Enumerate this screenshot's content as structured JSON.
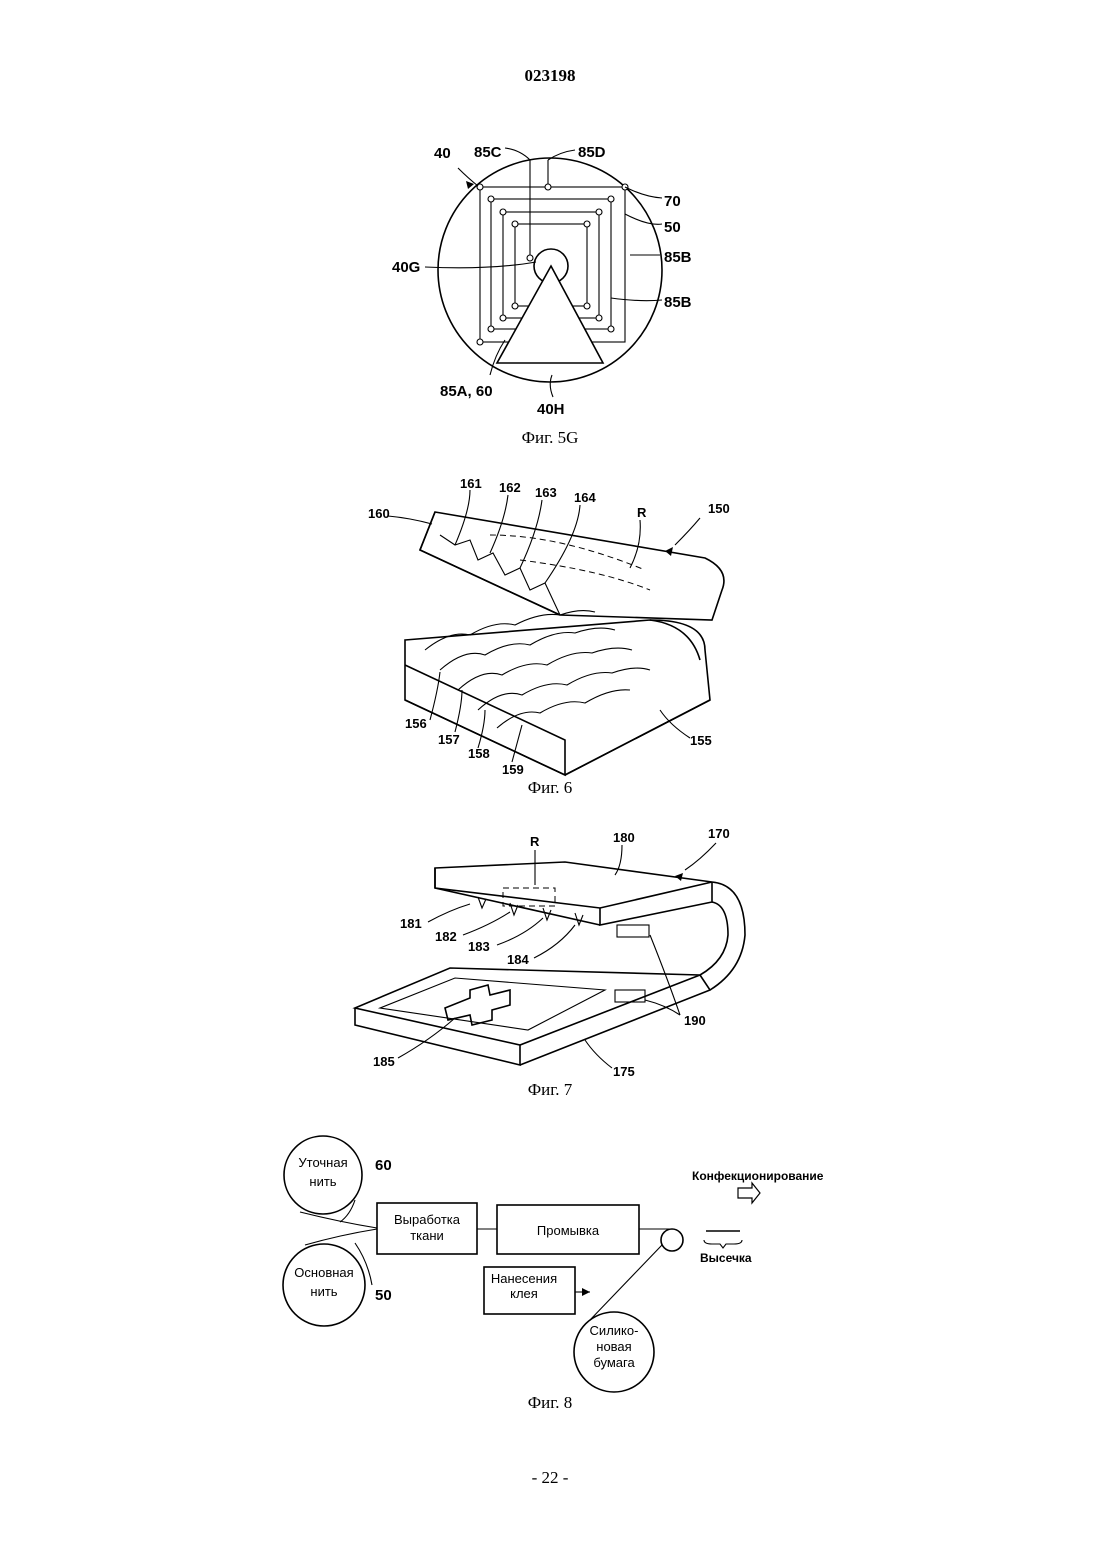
{
  "header": {
    "doc_number": "023198"
  },
  "fig5g": {
    "caption": "Фиг. 5G",
    "labels": {
      "l40": "40",
      "l85c": "85C",
      "l85d": "85D",
      "l70": "70",
      "l50": "50",
      "l85b_1": "85B",
      "l85b_2": "85B",
      "l40g": "40G",
      "l85a60": "85A, 60",
      "l40h": "40H"
    }
  },
  "fig6": {
    "caption": "Фиг. 6",
    "labels": {
      "l160": "160",
      "l161": "161",
      "l162": "162",
      "l163": "163",
      "l164": "164",
      "lR": "R",
      "l150": "150",
      "l156": "156",
      "l157": "157",
      "l158": "158",
      "l159": "159",
      "l155": "155"
    }
  },
  "fig7": {
    "caption": "Фиг. 7",
    "labels": {
      "lR": "R",
      "l180": "180",
      "l170": "170",
      "l181": "181",
      "l182": "182",
      "l183": "183",
      "l184": "184",
      "l190": "190",
      "l185": "185",
      "l175": "175"
    }
  },
  "fig8": {
    "caption": "Фиг. 8",
    "weft_line1": "Уточная",
    "weft_line2": "нить",
    "weft_num": "60",
    "warp_line1": "Основная",
    "warp_line2": "нить",
    "warp_num": "50",
    "weave_line1": "Выработка",
    "weave_line2": "ткани",
    "wash": "Промывка",
    "glue_line1": "Нанесения",
    "glue_line2": "клея",
    "silicone_line1": "Силико-",
    "silicone_line2": "новая",
    "silicone_line3": "бумага",
    "packaging": "Конфекционирование",
    "cutting": "Высечка"
  },
  "footer": {
    "page_number": "- 22 -"
  }
}
